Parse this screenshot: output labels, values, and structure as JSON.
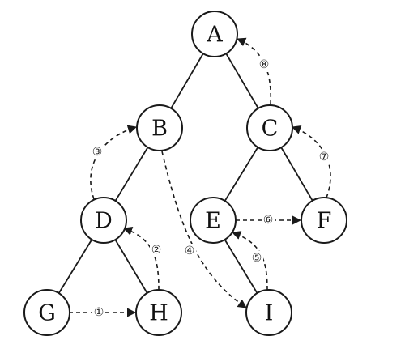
{
  "nodes": [
    {
      "id": "A",
      "label": "A"
    },
    {
      "id": "B",
      "label": "B"
    },
    {
      "id": "C",
      "label": "C"
    },
    {
      "id": "D",
      "label": "D"
    },
    {
      "id": "E",
      "label": "E"
    },
    {
      "id": "F",
      "label": "F"
    },
    {
      "id": "G",
      "label": "G"
    },
    {
      "id": "H",
      "label": "H"
    },
    {
      "id": "I",
      "label": "I"
    }
  ],
  "edges": [
    {
      "from": "A",
      "to": "B"
    },
    {
      "from": "A",
      "to": "C"
    },
    {
      "from": "B",
      "to": "D"
    },
    {
      "from": "C",
      "to": "E"
    },
    {
      "from": "C",
      "to": "F"
    },
    {
      "from": "D",
      "to": "G"
    },
    {
      "from": "D",
      "to": "H"
    },
    {
      "from": "E",
      "to": "I"
    }
  ],
  "threads": [
    {
      "from": "G",
      "to": "H",
      "label": "①"
    },
    {
      "from": "H",
      "to": "D",
      "label": "②"
    },
    {
      "from": "D",
      "to": "B",
      "label": "③"
    },
    {
      "from": "B",
      "to": "I",
      "label": "④"
    },
    {
      "from": "I",
      "to": "E",
      "label": "⑤"
    },
    {
      "from": "E",
      "to": "F",
      "label": "⑥"
    },
    {
      "from": "F",
      "to": "C",
      "label": "⑦"
    },
    {
      "from": "C",
      "to": "A",
      "label": "⑧"
    }
  ]
}
